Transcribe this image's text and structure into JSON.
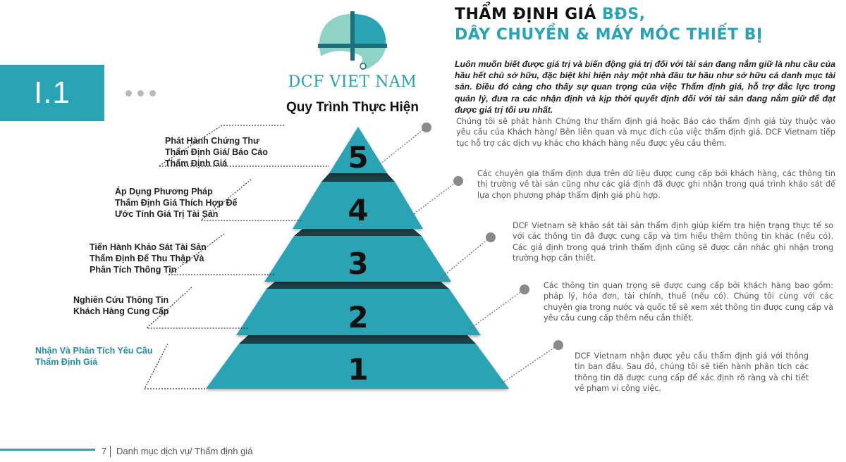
{
  "section_number": "I.1",
  "brand": {
    "name": "DCF VIET NAM",
    "colors": {
      "primary": "#2aa3b5",
      "pale": "#8fd3c6",
      "dark": "#1c6f7c"
    }
  },
  "process_title": "Quy Trình Thực Hiện",
  "heading": {
    "line1_plain": "THẨM ĐỊNH GIÁ ",
    "line1_accent": "BĐS,",
    "line2_accent": "DÂY CHUYỀN & MÁY MÓC THIẾT BỊ"
  },
  "intro": "Luôn muốn biết được giá trị và biến động giá trị đối với tài sản đang nắm giữ là nhu cầu của hầu hết chủ sở hữu, đặc biệt khi hiện này một nhà đầu tư hầu như sở hữu cả danh mục tài sản. Điều đó càng cho thấy sự quan trọng của việc Thẩm định giá, hỗ trợ đắc lực trong quản lý, đưa ra các nhận định và kịp thời quyết định đối với tài sản đang nắm giữ để đạt được giá trị tối ưu nhất.",
  "steps": [
    {
      "number": "5",
      "label": "Phát Hành Chứng Thư\nThẩm Định Giá/ Báo Cáo\nThẩm Định Giá",
      "description": "Chúng tôi sẽ phát hành Chứng thư thẩm định giá hoặc Báo cáo thẩm định giá tùy thuộc vào yêu cầu của Khách hàng/ Bên liên quan và mục đích của việc thẩm định giá. DCF Vietnam tiếp tục hỗ trợ các dịch vụ khác cho khách hàng nếu được yêu cầu thêm."
    },
    {
      "number": "4",
      "label": "Áp Dụng Phương Pháp\nThẩm Định Giá Thích Hợp Để\nƯớc Tính Giá Trị Tài Sản",
      "description": "Các chuyên gia thẩm định dựa trên dữ liệu được cung cấp bởi khách hàng, các thông tin thị trường về tài sản cũng như các giá định đã được ghi nhận trong quá trình khảo sát để lựa chọn phương pháp thẩm định giá phù hợp."
    },
    {
      "number": "3",
      "label": "Tiến Hành Khảo Sát Tài Sản\nThẩm Định Để Thu Thập Và\nPhân Tích Thông Tin",
      "description": "DCF Vietnam sẽ khảo sát tài sản thẩm định giúp kiểm tra hiện trạng thực tế so với các thông tin đã được cung cấp và tìm hiểu thêm thông tin khác (nếu có). Các giả định trong quá trình thẩm định cũng sẽ được cân nhắc ghi nhận trong trường hợp cần thiết."
    },
    {
      "number": "2",
      "label": "Nghiên Cứu Thông Tin\nKhách Hàng Cung Cấp",
      "description": "Các thông tin quan trọng sẽ được cung cấp bởi khách hàng bao gồm: pháp lý, hóa đơn, tài chính, thuế (nếu có). Chúng tôi cùng với các chuyên gia trong nước và quốc tế sẽ xem xét thông tin được cung cấp và yêu cầu cung cấp thêm nếu cần thiết."
    },
    {
      "number": "1",
      "label": "Nhận Và Phân Tích Yêu Cầu\nThẩm Định Giá",
      "description": "DCF Vietnam  nhận được yêu cầu thẩm định giá với thông tin ban đầu. Sau đó, chúng tôi sẽ tiến hành phân tích các thông tin đã được cung cấp để xác định rõ ràng và chi tiết về phạm vi công việc."
    }
  ],
  "footer": {
    "page_number": "7",
    "text": "Danh mục dịch vụ/  Thẩm định giá"
  }
}
